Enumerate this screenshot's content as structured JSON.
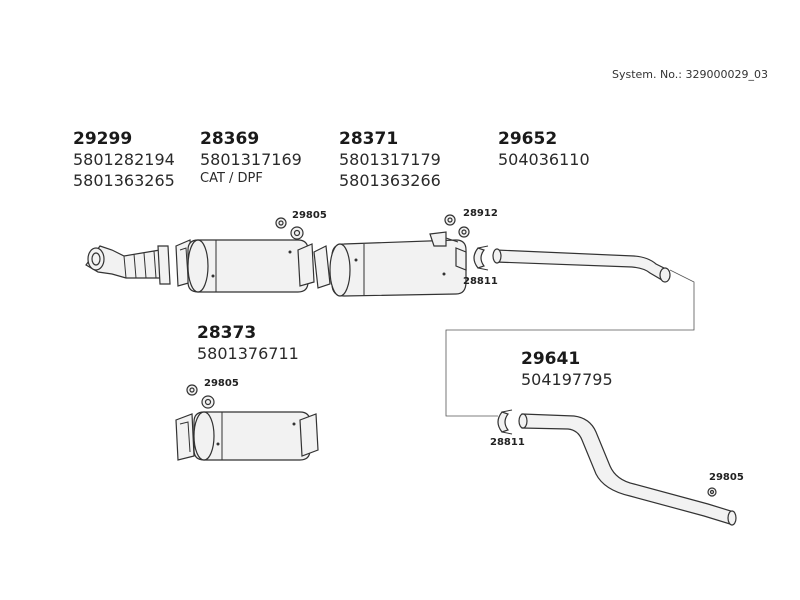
{
  "header": {
    "system_no": "System. No.: 329000029_03"
  },
  "groups": [
    {
      "part_no": "29299",
      "lines": [
        "5801282194",
        "5801363265"
      ]
    },
    {
      "part_no": "28369",
      "lines": [
        "5801317169",
        "CAT / DPF"
      ]
    },
    {
      "part_no": "28371",
      "lines": [
        "5801317179",
        "5801363266"
      ]
    },
    {
      "part_no": "29652",
      "lines": [
        "504036110"
      ]
    },
    {
      "part_no": "28373",
      "lines": [
        "5801376711"
      ]
    },
    {
      "part_no": "29641",
      "lines": [
        "504197795"
      ]
    }
  ],
  "labels": {
    "clamp_top": "29805",
    "clamp_28373": "29805",
    "clamp_29641": "29805",
    "bracket_top": "28912",
    "ring_top": "28811",
    "ring_bottom": "28811"
  }
}
